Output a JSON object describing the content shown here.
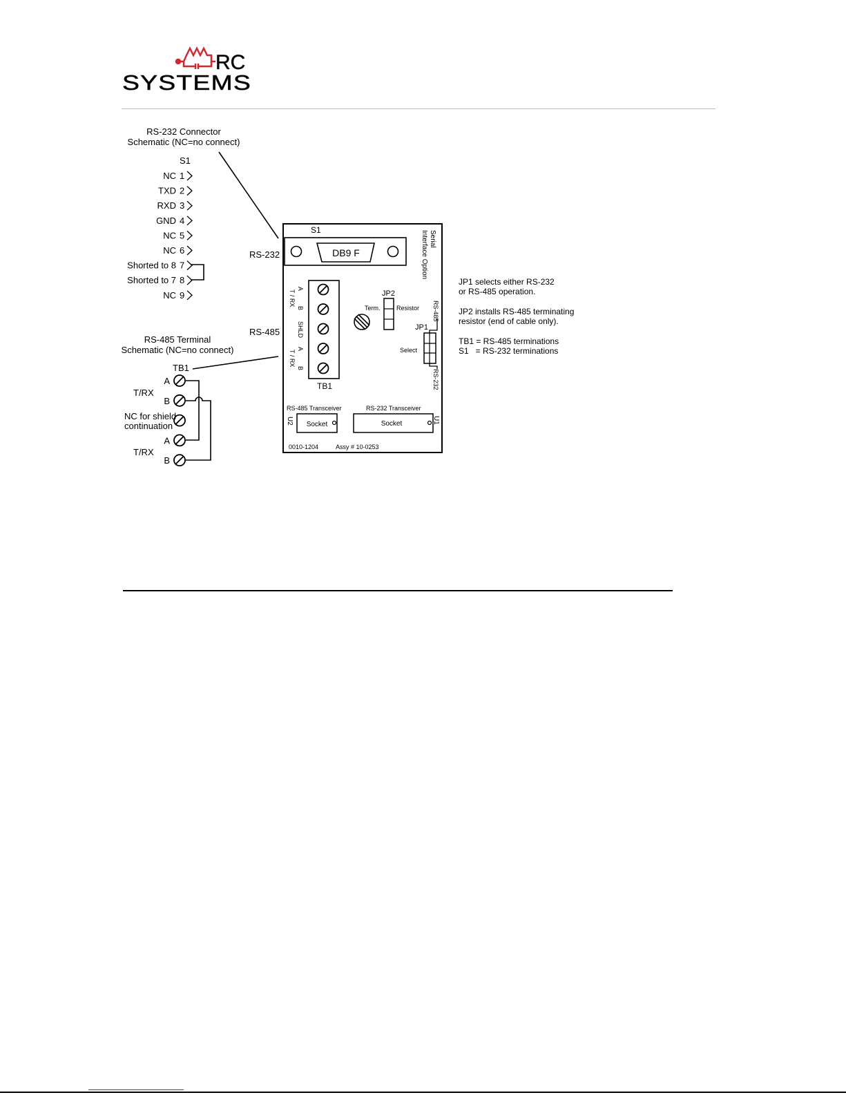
{
  "logo": {
    "top": "RC",
    "bottom": "SYSTEMS",
    "colors": {
      "text": "#1a1a1a",
      "circuit": "#d4262b"
    }
  },
  "diagram": {
    "rs232_callout": {
      "line1": "RS-232 Connector",
      "line2": "Schematic (NC=no connect)"
    },
    "s1_header": "S1",
    "s1_pins": [
      {
        "label": "NC",
        "num": "1"
      },
      {
        "label": "TXD",
        "num": "2"
      },
      {
        "label": "RXD",
        "num": "3"
      },
      {
        "label": "GND",
        "num": "4"
      },
      {
        "label": "NC",
        "num": "5"
      },
      {
        "label": "NC",
        "num": "6"
      },
      {
        "label": "Shorted to 8",
        "num": "7"
      },
      {
        "label": "Shorted to 7",
        "num": "8"
      },
      {
        "label": "NC",
        "num": "9"
      }
    ],
    "rs485_callout": {
      "line1": "RS-485 Terminal",
      "line2": "Schematic (NC=no connect)"
    },
    "tb1_header": "TB1",
    "tb1_terms": [
      {
        "letter": "A"
      },
      {
        "letter": "B"
      },
      {
        "letter": ""
      },
      {
        "letter": "A"
      },
      {
        "letter": "B"
      }
    ],
    "trx_label": "T/RX",
    "nc_shield": {
      "line1": "NC for shield",
      "line2": "continuation"
    },
    "board": {
      "rs232_label": "RS-232",
      "rs485_label": "RS-485",
      "s1_label": "S1",
      "db9_label": "DB9 F",
      "title_line1": "Serial",
      "title_line2": "Interface Option",
      "tb_side_a1": "A",
      "tb_side_b1": "B",
      "tb_side_trx1": "T / RX",
      "tb_side_shld": "SHLD",
      "tb_side_a2": "A",
      "tb_side_b2": "B",
      "tb_side_trx2": "T / RX",
      "tb1_label": "TB1",
      "jp2_label": "JP2",
      "term_label": "Term.",
      "resistor_label": "Resistor",
      "jp1_label": "JP1",
      "select_label": "Select",
      "rs485_vert": "RS-485",
      "rs232_vert": "RS-232",
      "u2_title": "RS-485 Transceiver",
      "u1_title": "RS-232 Transceiver",
      "socket": "Socket",
      "u2_label": "U2",
      "u1_label": "U1",
      "part_no": "0010-1204",
      "assy_no": "Assy # 10-0253"
    },
    "notes": [
      "JP1 selects either RS-232",
      "or RS-485 operation.",
      "JP2 installs RS-485 terminating",
      "resistor (end of cable only).",
      "TB1 = RS-485 terminations",
      "S1   = RS-232 terminations"
    ]
  }
}
